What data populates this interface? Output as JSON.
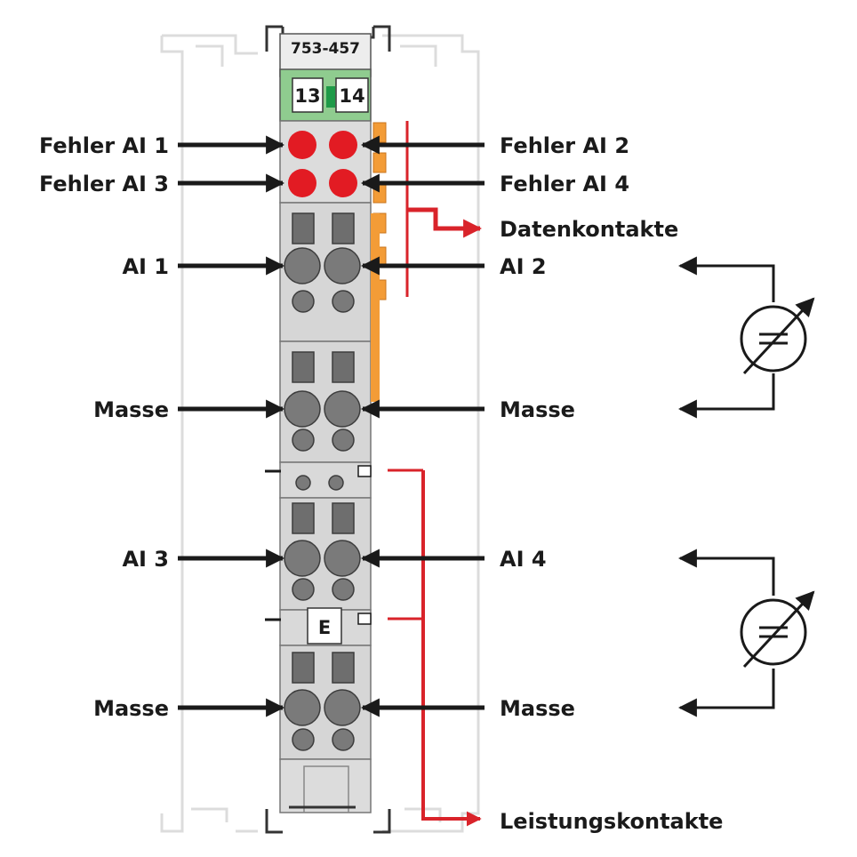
{
  "module": {
    "part_number": "753-457",
    "marker_left": "13",
    "marker_right": "14",
    "marker_bottom": "E"
  },
  "labels": {
    "left": {
      "fehler_ai1": "Fehler AI 1",
      "fehler_ai3": "Fehler AI 3",
      "ai1": "AI 1",
      "masse1": "Masse",
      "ai3": "AI 3",
      "masse2": "Masse"
    },
    "right": {
      "fehler_ai2": "Fehler AI 2",
      "fehler_ai4": "Fehler AI 4",
      "datenkontakte": "Datenkontakte",
      "ai2": "AI 2",
      "masse1": "Masse",
      "ai4": "AI 4",
      "masse2": "Masse",
      "leistungskontakte": "Leistungskontakte"
    }
  },
  "colors": {
    "led_error": "#e21b23",
    "data_contact": "#f39c37",
    "power_line": "#d9232a",
    "module_body": "#d9d9d9",
    "marker_strip": "#8fcc8f",
    "arrow": "#1a1a1a"
  },
  "icons": [
    "variable-current-source-icon",
    "variable-current-source-icon"
  ]
}
